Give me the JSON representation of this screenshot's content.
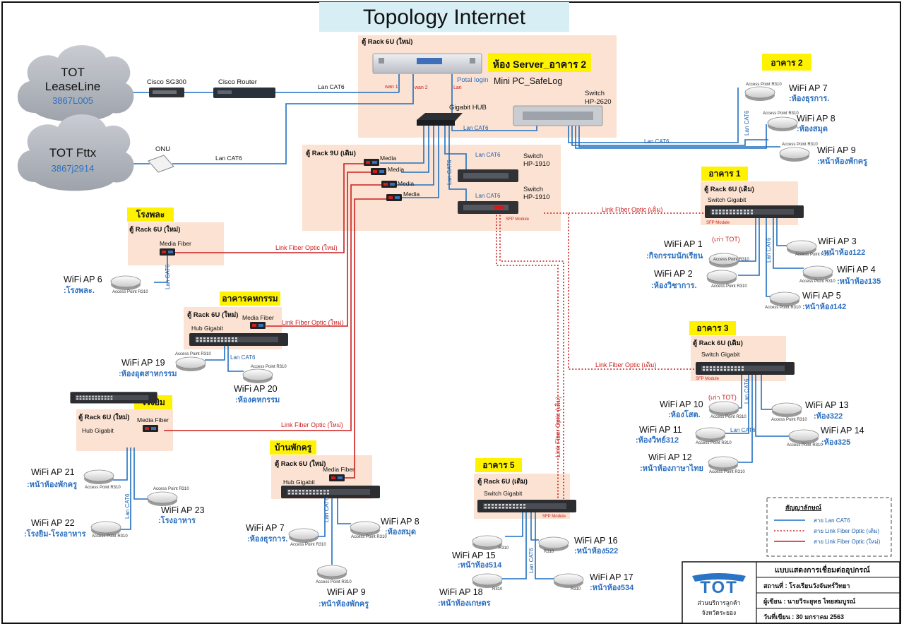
{
  "title": "Topology Internet",
  "colors": {
    "cat6": "#1f6fbf",
    "fiber": "#cc1e1e",
    "rack": "#fbe2d2",
    "label_bg": "#fff200",
    "title_bg": "#d6eef4",
    "tot_blue": "#2a74c6"
  },
  "clouds": [
    {
      "name": "TOT",
      "line2": "LeaseLine",
      "id": "3867L005"
    },
    {
      "name": "TOT Fttx",
      "line2": "",
      "id": "3867j2914"
    }
  ],
  "devices": {
    "cisco_sg300": "Cisco SG300",
    "cisco_router": "Cisco Router",
    "onu": "ONU",
    "gigabit_hub": "Gigabit HUB",
    "sw_2620": "Switch",
    "sw_2620_model": "HP-2620",
    "sw_1910": "Switch",
    "sw_1910_model": "HP-1910",
    "mini_pc": "Mini PC_SafeLog",
    "potal": "Potal login",
    "lan": "Lan",
    "wan1": "wan 1",
    "wan2": "wan 2",
    "media": "Media",
    "media_fiber": "Media Fiber",
    "hub_gigabit": "Hub Gigabit",
    "switch_gigabit": "Switch Gigabit",
    "sfp": "SFP Module",
    "ap_model": "Access Point R310",
    "r310": "R310"
  },
  "cables": {
    "cat6": "Lan CAT6",
    "fiber_new": "Link Fiber Optic (ใหม่)",
    "fiber_old": "Link Fiber Optic (เดิม)"
  },
  "racks": {
    "server": "ตู้ Rack 6U (ใหม่)",
    "server_room": "ห้อง Server_อาคาร 2",
    "rack9": "ตู้ Rack 9U (เดิม)",
    "rack6_new": "ตู้ Rack 6U (ใหม่)",
    "rack6_old": "ตู้ Rack 6U (เดิม)"
  },
  "buildings": {
    "b2": "อาคาร 2",
    "b1": "อาคาร 1",
    "b3": "อาคาร 3",
    "b5": "อาคาร 5",
    "gym": "โรงพละ",
    "industrial": "อาคารคหกรรม",
    "canteen": "โรงยิม",
    "teacher": "บ้านพักครู"
  },
  "aps": [
    {
      "label": "WiFi  AP 7",
      "room": ":ห้องธุรการ."
    },
    {
      "label": "WiFi  AP 8",
      "room": ":ห้องสมุด"
    },
    {
      "label": "WiFi  AP 9",
      "room": ":หน้าห้องพักครู"
    },
    {
      "label": "WiFi  AP 1",
      "room": ":กิจกรรมนักเรียน",
      "note": "(เก่า TOT)"
    },
    {
      "label": "WiFi  AP 2",
      "room": ":ห้องวิชาการ."
    },
    {
      "label": "WiFi  AP 3",
      "room": ":หน้าห้อง122"
    },
    {
      "label": "WiFi  AP 4",
      "room": ":หน้าห้อง135"
    },
    {
      "label": "WiFi  AP 5",
      "room": ":หน้าห้อง142"
    },
    {
      "label": "WiFi  AP 6",
      "room": ":โรงพละ."
    },
    {
      "label": "WiFi  AP 19",
      "room": ":ห้องอุตสาหกรรม"
    },
    {
      "label": "WiFi  AP 20",
      "room": ":ห้องคหกรรม"
    },
    {
      "label": "WiFi  AP 10",
      "room": ":ห้องโสต.",
      "note": "(เก่า TOT)"
    },
    {
      "label": "WiFi  AP 13",
      "room": ":ห้อง322"
    },
    {
      "label": "WiFi  AP 11",
      "room": ":ห้องวิทย์312"
    },
    {
      "label": "WiFi  AP 14",
      "room": ":ห้อง325"
    },
    {
      "label": "WiFi  AP 12",
      "room": ":หน้าห้องภาษาไทย"
    },
    {
      "label": "WiFi  AP 21",
      "room": ":หน้าห้องพักครู"
    },
    {
      "label": "WiFi  AP 23",
      "room": ":โรงอาหาร"
    },
    {
      "label": "WiFi  AP 22",
      "room": ":โรงยิม-โรงอาหาร"
    },
    {
      "label": "WiFi  AP 7",
      "room": ":ห้องธุรการ."
    },
    {
      "label": "WiFi  AP 8",
      "room": ":ห้องสมุด"
    },
    {
      "label": "WiFi  AP 9",
      "room": ":หน้าห้องพักครู"
    },
    {
      "label": "WiFi  AP 15",
      "room": ":หน้าห้อง514"
    },
    {
      "label": "WiFi  AP 16",
      "room": ":หน้าห้อง522"
    },
    {
      "label": "WiFi  AP 17",
      "room": ":หน้าห้อง534"
    },
    {
      "label": "WiFi  AP 18",
      "room": ":หน้าห้องเกษตร"
    }
  ],
  "legend": {
    "title": "สัญญาลักษณ์",
    "items": [
      "สาย Lan CAT6",
      "สาย Link Fiber Optic (เดิม)",
      "สาย Link Fiber Optic (ใหม่)"
    ]
  },
  "info": {
    "heading": "แบบแสดงการเชื่อมต่ออุปกรณ์",
    "location": "สถานที่ : โรงเรียนวังจันทร์วิทยา",
    "author": "ผู้เขียน  : นายวีระยุทธ  ไทยสมบูรณ์",
    "date": "วันที่เขียน  :  30  มกราคม  2563",
    "logo": "TOT",
    "org1": "ส่วนบริการลูกค้า",
    "org2": "จังหวัดระยอง"
  }
}
